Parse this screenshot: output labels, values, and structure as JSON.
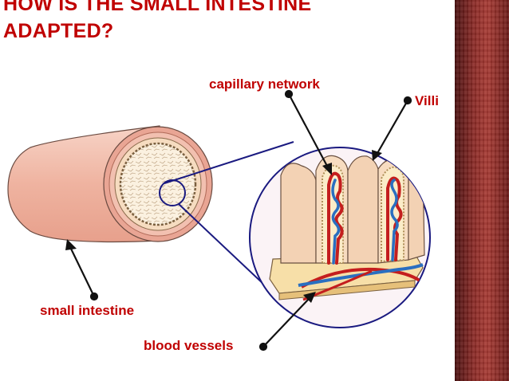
{
  "slide": {
    "title_line1": "HOW IS THE SMALL INTESTINE",
    "title_line2": "ADAPTED?"
  },
  "labels": {
    "capillary_network": "capillary network",
    "villi": "Villi",
    "small_intestine": "small intestine",
    "blood_vessels": "blood vessels"
  },
  "colors": {
    "title": "#c00000",
    "label": "#c00000",
    "tube_outer": "#f1b9a8",
    "tube_inner": "#f4d9b8",
    "artery": "#c41e1e",
    "vein": "#2a6fc0",
    "connector": "#1a1a80",
    "sidebar": "#8c2a26"
  }
}
